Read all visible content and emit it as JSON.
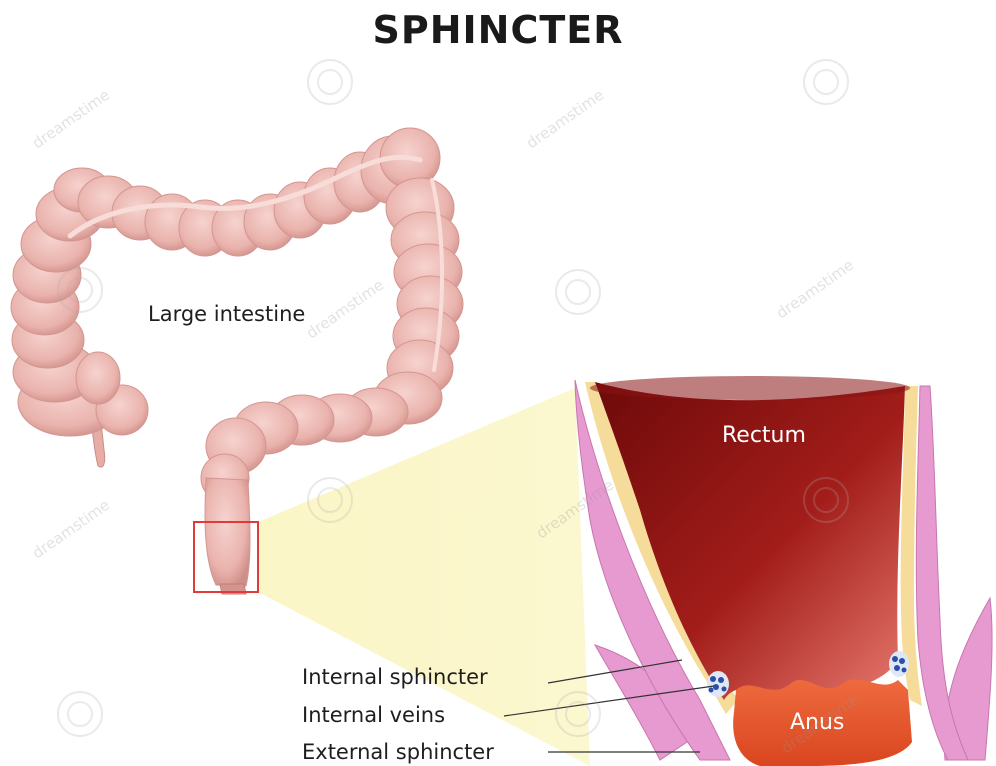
{
  "title": "SPHINCTER",
  "labels": {
    "large_intestine": "Large intestine",
    "rectum": "Rectum",
    "anus": "Anus",
    "internal_sphincter": "Internal sphincter",
    "internal_veins": "Internal veins",
    "external_sphincter": "External sphincter"
  },
  "watermark": {
    "text": "dreamstime"
  },
  "colors": {
    "intestine": "#efbcb6",
    "intestine_dark": "#d79c96",
    "rectum_dark": "#7a0c0c",
    "rectum_light": "#e06a60",
    "anus": "#e2502c",
    "muscle": "#e79ad0",
    "fat": "#f6dc9a",
    "zoom_cone": "#fbf7c8",
    "highlight_box": "#e03a3a"
  }
}
